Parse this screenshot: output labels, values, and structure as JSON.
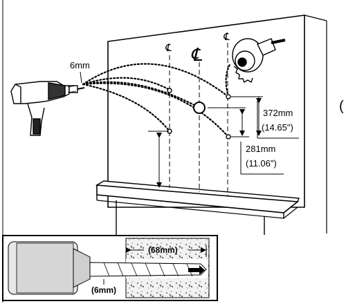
{
  "drill_bit_label": "6mm",
  "centerline_symbol": "℄",
  "dimensions": {
    "upper": {
      "metric": "372mm",
      "imperial": "(14.65\")"
    },
    "lower": {
      "metric": "281mm",
      "imperial": "(11.06\")"
    }
  },
  "inset": {
    "depth_label": "(68mm)",
    "bit_label": "(6mm)"
  },
  "edge_mark": "("
}
